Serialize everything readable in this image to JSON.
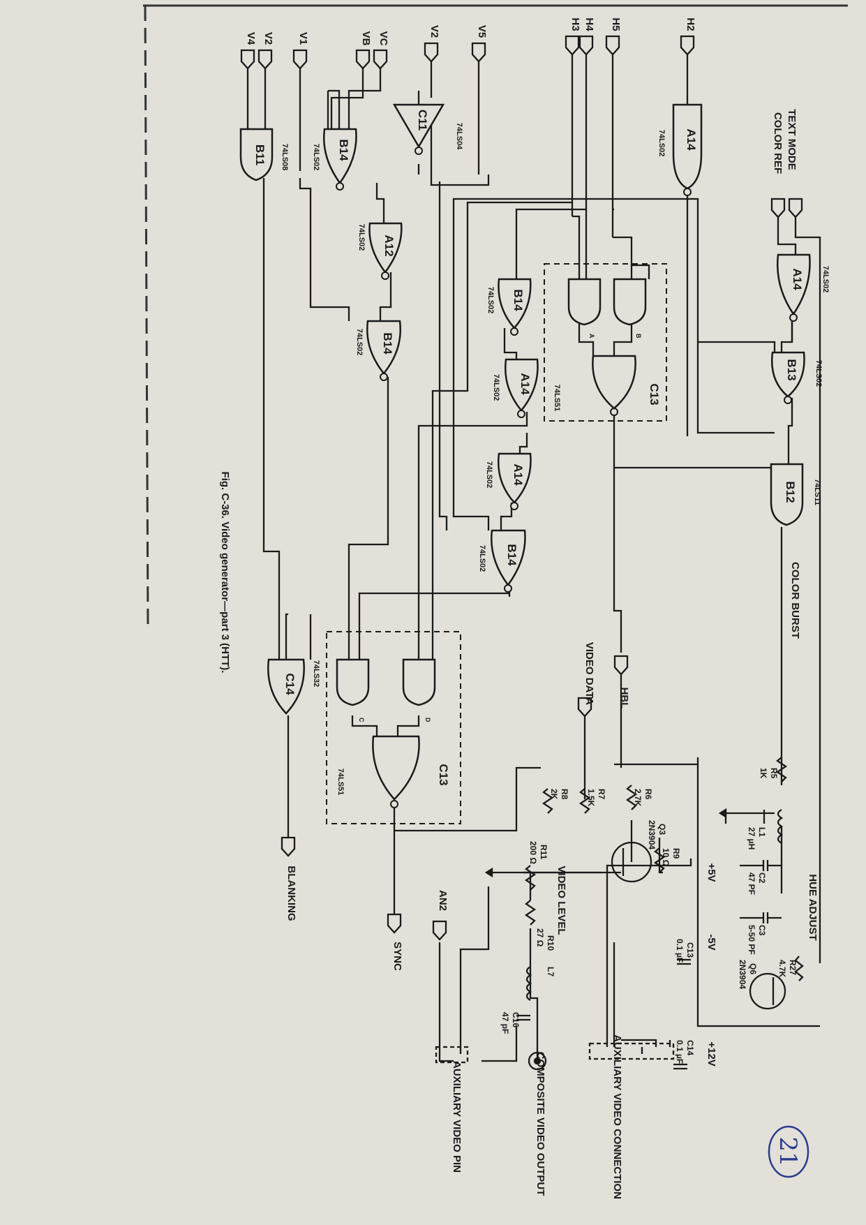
{
  "figure": {
    "caption": "Fig. C-36. Video generator—part 3 (HTT)."
  },
  "page_number": "21",
  "gates": [
    {
      "id": "A14a",
      "label": "A14",
      "chip": "74LS02"
    },
    {
      "id": "B11",
      "label": "B11",
      "chip": "74LS08"
    },
    {
      "id": "B14a",
      "label": "B14",
      "chip": "74LS02"
    },
    {
      "id": "C11",
      "label": "C11",
      "chip": "74LS04"
    },
    {
      "id": "A12",
      "label": "A12",
      "chip": "74LS02"
    },
    {
      "id": "B14b",
      "label": "B14",
      "chip": "74LS02"
    },
    {
      "id": "A14b",
      "label": "A14",
      "chip": "74LS02"
    },
    {
      "id": "B13",
      "label": "B13",
      "chip": "74LS02"
    },
    {
      "id": "B14c",
      "label": "B14",
      "chip": "74LS02"
    },
    {
      "id": "A14c",
      "label": "A14",
      "chip": "74LS02"
    },
    {
      "id": "A14d",
      "label": "A14",
      "chip": "74LS02"
    },
    {
      "id": "B14d",
      "label": "B14",
      "chip": "74LS02"
    },
    {
      "id": "B12",
      "label": "B12",
      "chip": "74LS11"
    },
    {
      "id": "C14",
      "label": "C14",
      "chip": "74LS32"
    }
  ],
  "modules": [
    {
      "id": "C13top",
      "label": "C13",
      "chip": "74LS51",
      "sub": [
        "A",
        "B"
      ]
    },
    {
      "id": "C13bot",
      "label": "C13",
      "chip": "74LS51",
      "sub": [
        "C",
        "D"
      ]
    }
  ],
  "inputs": [
    "V4",
    "V2",
    "V1",
    "VB",
    "VC",
    "V2",
    "V5",
    "H3",
    "H4",
    "H5",
    "H2"
  ],
  "signals": {
    "text_mode": "TEXT MODE",
    "color_ref": "COLOR REF",
    "color_burst": "COLOR BURST",
    "hbl": "HBL",
    "video_data": "VIDEO DATA",
    "blanking": "BLANKING",
    "sync": "SYNC",
    "an2": "AN2",
    "hue_adjust": "HUE ADJUST",
    "video_level": "VIDEO LEVEL",
    "composite": "COMPOSITE VIDEO OUTPUT",
    "aux_connection": "AUXILIARY VIDEO CONNECTION",
    "aux_pin": "AUXILIARY VIDEO PIN",
    "plus5": "+5V",
    "minus5": "-5V",
    "plus12": "+12V"
  },
  "components": [
    {
      "ref": "R5",
      "value": "1K"
    },
    {
      "ref": "L1",
      "value": "27 µH"
    },
    {
      "ref": "C2",
      "value": "47 PF"
    },
    {
      "ref": "C3",
      "value": "5-50 PF"
    },
    {
      "ref": "R27",
      "value": "4.7K"
    },
    {
      "ref": "Q6",
      "value": "2N3904"
    },
    {
      "ref": "C13",
      "value": "0.1 µF"
    },
    {
      "ref": "C14",
      "value": "0.1 µF"
    },
    {
      "ref": "R6",
      "value": "2.7K"
    },
    {
      "ref": "R7",
      "value": "1.5K"
    },
    {
      "ref": "R8",
      "value": "2K"
    },
    {
      "ref": "Q3",
      "value": "2N3904"
    },
    {
      "ref": "R9",
      "value": "10 Ω"
    },
    {
      "ref": "R11",
      "value": "200 Ω"
    },
    {
      "ref": "R10",
      "value": "27 Ω"
    },
    {
      "ref": "L7",
      "value": ""
    },
    {
      "ref": "C16",
      "value": "47 pF"
    }
  ],
  "colors": {
    "ink": "#1a1a1a",
    "paper": "#e3e0d9",
    "page_number": "#2a3b8f"
  }
}
